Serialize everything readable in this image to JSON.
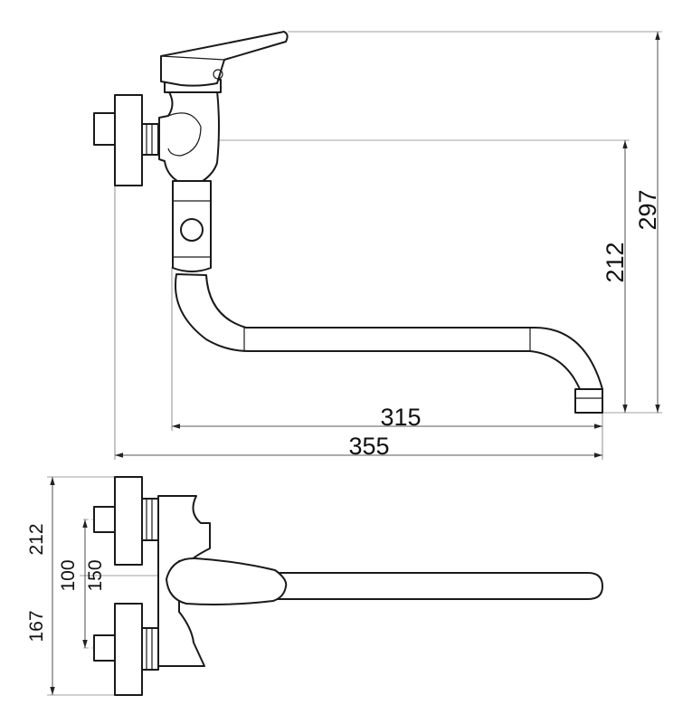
{
  "drawing": {
    "front_view": {
      "dimensions": {
        "spout_reach": "315",
        "overall_width": "355",
        "spout_height": "212",
        "overall_height": "297"
      }
    },
    "top_view": {
      "dimensions": {
        "overall_depth": "212",
        "inlet_spacing_min": "100",
        "inlet_spacing_max": "150",
        "inlet_offset": "167"
      }
    }
  }
}
